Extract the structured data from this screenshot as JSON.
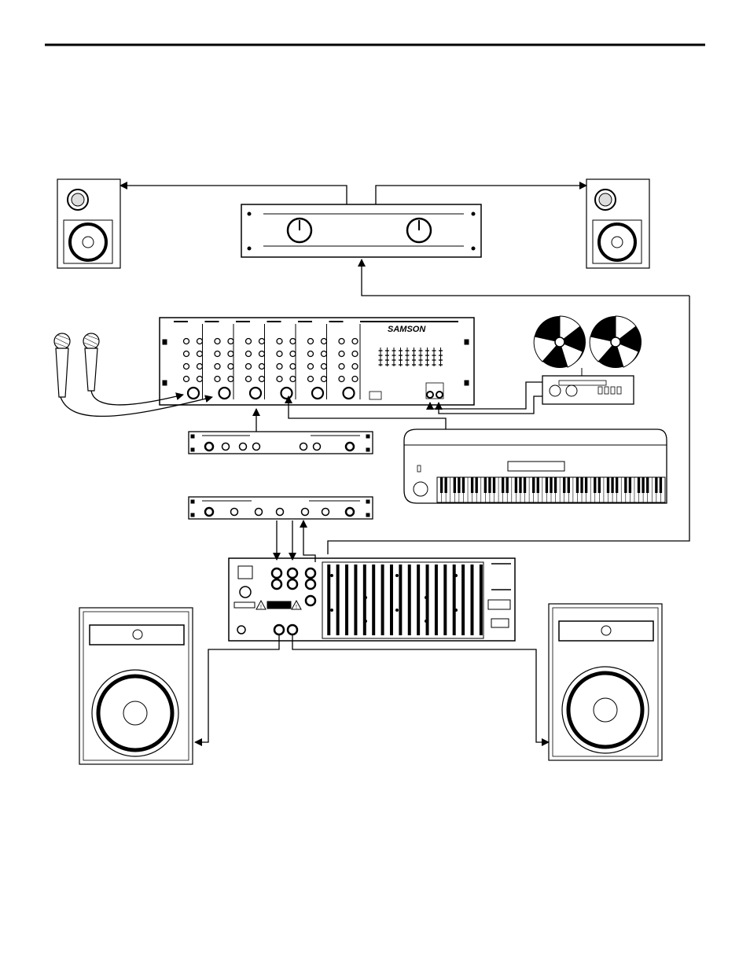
{
  "mixer": {
    "brand_label": "SAMSON",
    "channel_count": 6
  },
  "keyboard": {
    "white_key_count": 52
  },
  "icons": [
    "microphone-icon",
    "speaker-icon",
    "tape-reel-icon",
    "warning-icon"
  ]
}
